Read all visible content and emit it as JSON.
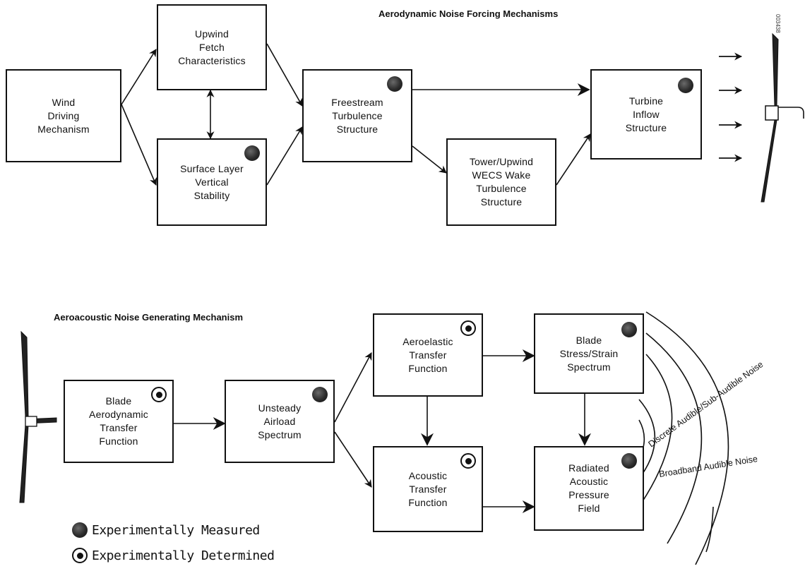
{
  "titles": {
    "forcing": "Aerodynamic Noise Forcing Mechanisms",
    "generating": "Aeroacoustic Noise Generating Mechanism"
  },
  "corner_tag": "003438",
  "boxes": {
    "wind_driving": "Wind\nDriving\nMechanism",
    "upwind_fetch": "Upwind\nFetch\nCharacteristics",
    "surface_layer": "Surface Layer\nVertical\nStability",
    "freestream": "Freestream\nTurbulence\nStructure",
    "tower_wake": "Tower/Upwind\nWECS Wake\nTurbulence\nStructure",
    "turbine_inflow": "Turbine\nInflow\nStructure",
    "blade_aero": "Blade\nAerodynamic\nTransfer\nFunction",
    "unsteady_airload": "Unsteady\nAirload\nSpectrum",
    "aeroelastic": "Aeroelastic\nTransfer\nFunction",
    "acoustic_tf": "Acoustic\nTransfer\nFunction",
    "blade_stress": "Blade\nStress/Strain\nSpectrum",
    "radiated": "Radiated\nAcoustic\nPressure\nField"
  },
  "markers": {
    "surface_layer": "measured",
    "freestream": "measured",
    "turbine_inflow": "measured",
    "blade_aero": "determined",
    "unsteady_airload": "measured",
    "aeroelastic": "determined",
    "acoustic_tf": "determined",
    "blade_stress": "measured",
    "radiated": "measured"
  },
  "noise_labels": {
    "discrete": "Discrete Audible/Sub-Audible Noise",
    "broadband": "Broadband Audible Noise"
  },
  "legend": {
    "measured": "Experimentally Measured",
    "determined": "Experimentally Determined"
  },
  "colors": {
    "ink": "#111111",
    "background": "#ffffff"
  }
}
